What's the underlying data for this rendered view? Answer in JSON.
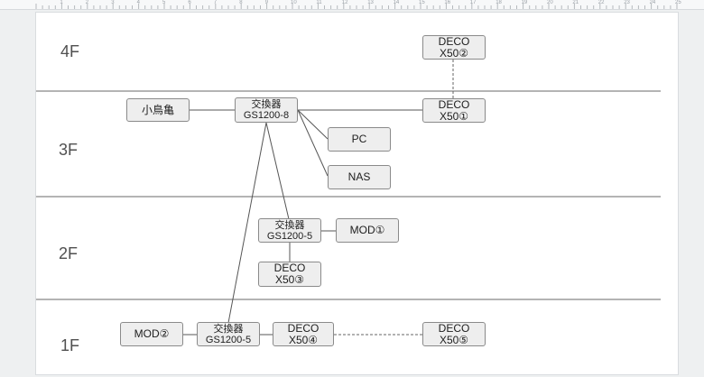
{
  "ruler": {
    "numbers": [
      "1",
      "2",
      "3",
      "4",
      "5",
      "6",
      "7",
      "8",
      "9",
      "10",
      "11",
      "12",
      "13",
      "14",
      "15",
      "16",
      "17",
      "18",
      "19",
      "20",
      "21",
      "22",
      "23",
      "24",
      "25"
    ]
  },
  "floors": {
    "f4": "4F",
    "f3": "3F",
    "f2": "2F",
    "f1": "1F"
  },
  "nodes": {
    "deco2": {
      "line1": "DECO",
      "line2": "X50②"
    },
    "kotoritei": {
      "line1": "小鳥亀"
    },
    "switch3f": {
      "line1": "交換器",
      "line2": "GS1200-8"
    },
    "deco1": {
      "line1": "DECO",
      "line2": "X50①"
    },
    "pc": {
      "line1": "PC"
    },
    "nas": {
      "line1": "NAS"
    },
    "switch2f": {
      "line1": "交換器",
      "line2": "GS1200-5"
    },
    "mod1": {
      "line1": "MOD①"
    },
    "deco3": {
      "line1": "DECO",
      "line2": "X50③"
    },
    "mod2": {
      "line1": "MOD②"
    },
    "switch1f": {
      "line1": "交換器",
      "line2": "GS1200-5"
    },
    "deco4": {
      "line1": "DECO",
      "line2": "X50④"
    },
    "deco5": {
      "line1": "DECO",
      "line2": "X50⑤"
    }
  }
}
